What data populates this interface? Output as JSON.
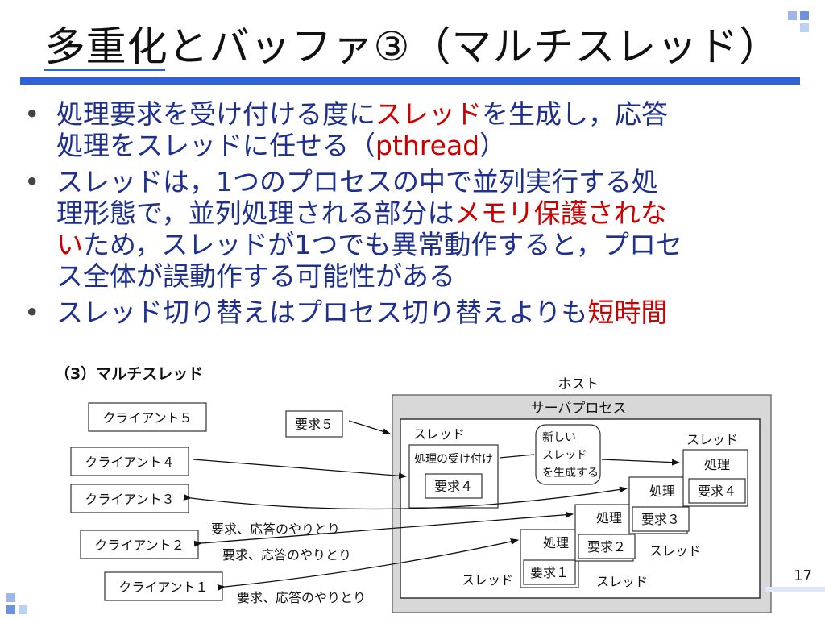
{
  "slide": {
    "title": "多重化とバッファ③（マルチスレッド）",
    "page_number": "17",
    "accent_color": "#2f62d8",
    "text_color": "#1d2f8f",
    "highlight_color": "#cc0000"
  },
  "bullets": [
    {
      "line1_a": "処理要求を受け付ける度に",
      "line1_red": "スレッド",
      "line1_b": "を生成し，応答",
      "line2_a": "処理をスレッドに任せる（",
      "line2_red": "pthread",
      "line2_b": "）"
    },
    {
      "line1": "スレッドは，1つのプロセスの中で並列実行する処",
      "line2_a": "理形態で，並列処理される部分は",
      "line2_red": "メモリ保護されな",
      "line3_red": "い",
      "line3_b": "ため，スレッドが1つでも異常動作すると，プロセ",
      "line4": "ス全体が誤動作する可能性がある"
    },
    {
      "text_a": "スレッド切り替えはプロセス切り替えよりも",
      "text_red": "短時間"
    }
  ],
  "diagram": {
    "caption": "（3）マルチスレッド",
    "host_label": "ホスト",
    "server_label": "サーバプロセス",
    "clients": [
      "クライアント５",
      "クライアント４",
      "クライアント３",
      "クライアント２",
      "クライアント１"
    ],
    "request5": "要求５",
    "thread_label": "スレッド",
    "accept_label": "処理の受け付け",
    "request4": "要求４",
    "new_thread_lines": [
      "新しい",
      "スレッド",
      "を生成する"
    ],
    "process_label": "処理",
    "requests": [
      "要求１",
      "要求２",
      "要求３",
      "要求４"
    ],
    "exchange_label": "要求、応答のやりとり"
  }
}
